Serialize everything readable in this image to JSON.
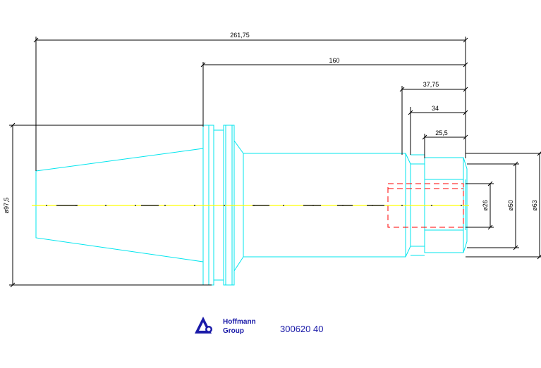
{
  "drawing": {
    "dimensions": {
      "overall_length": "261,75",
      "shank_length": "160",
      "bore_depth_1": "37,75",
      "bore_depth_2": "34",
      "bore_depth_3": "25,5",
      "diameter_flange": "ø97,5",
      "diameter_bore": "ø26",
      "diameter_nut": "ø50",
      "diameter_body": "ø63"
    },
    "colors": {
      "outline": "#00e5ee",
      "centerline": "#ffff00",
      "hidden_bore": "#ff0000",
      "dimension": "#000000",
      "brand": "#1a1aa8"
    }
  },
  "footer": {
    "logo_line1": "Hoffmann",
    "logo_line2": "Group",
    "part_number": "300620 40"
  }
}
